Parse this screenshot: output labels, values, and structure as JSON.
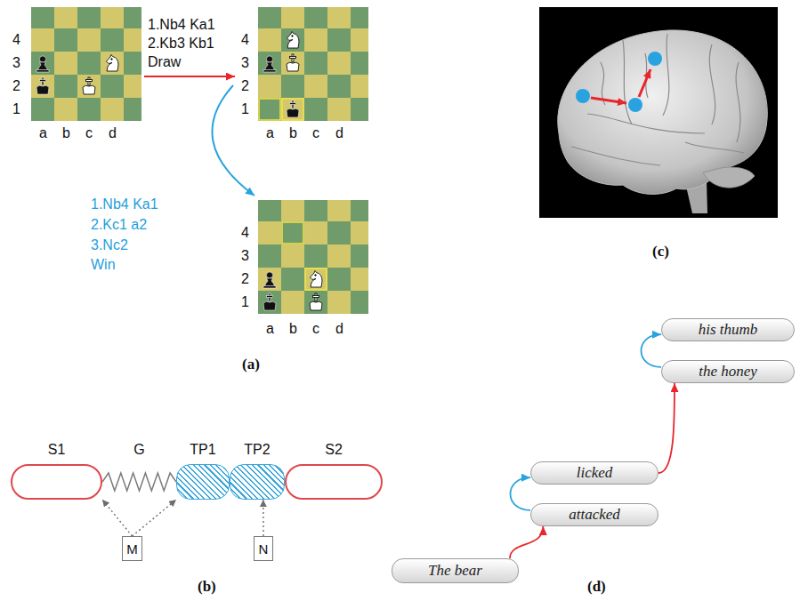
{
  "diagram": {
    "nodes": [
      {
        "text": [
          "S1"
        ]
      },
      {
        "text": [
          "G"
        ]
      },
      {
        "text": [
          "TP1"
        ]
      },
      {
        "text": [
          "TP2"
        ]
      },
      {
        "text": [
          "S2"
        ]
      },
      {
        "text": [
          "M"
        ]
      },
      {
        "text": [
          "N"
        ]
      },
      {
        "text": [
          "The bear"
        ]
      },
      {
        "text": [
          "attacked"
        ]
      },
      {
        "text": [
          "licked"
        ]
      },
      {
        "text": [
          "the honey"
        ]
      },
      {
        "text": [
          "his thumb"
        ]
      }
    ],
    "edges": [
      {
        "from": 5,
        "to": 1,
        "arrow": "to"
      },
      {
        "from": 5,
        "to": 2,
        "arrow": "to"
      },
      {
        "from": 6,
        "to": 3,
        "arrow": "to"
      },
      {
        "from": 7,
        "to": 8,
        "arrow": "to"
      },
      {
        "from": 8,
        "to": 9,
        "arrow": "to"
      },
      {
        "from": 9,
        "to": 10,
        "arrow": "to"
      },
      {
        "from": 10,
        "to": 11,
        "arrow": "to"
      }
    ],
    "labels": [
      "4",
      "3",
      "2",
      "1",
      "a",
      "b",
      "c",
      "d",
      "1.Nb4 Ka1",
      "2.Kb3 Kb1",
      "Draw",
      "4",
      "3",
      "2",
      "1",
      "a",
      "b",
      "c",
      "d",
      "1.Nb4 Ka1",
      "2.Kc1 a2",
      "3.Nc2",
      "Win",
      "4",
      "3",
      "2",
      "1",
      "a",
      "b",
      "c",
      "d",
      "(a)",
      "(c)",
      "(b)",
      "(d)"
    ]
  }
}
